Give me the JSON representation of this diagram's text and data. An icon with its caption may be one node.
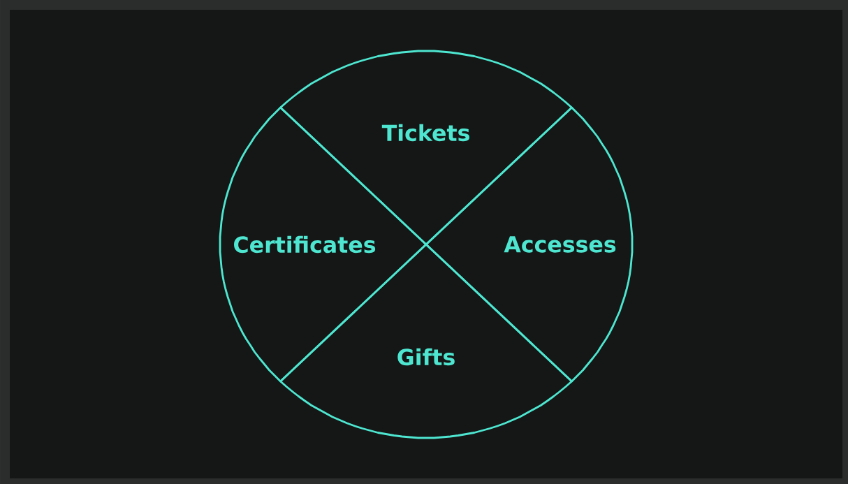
{
  "diagram": {
    "nodes": [
      {
        "text": [
          "Tickets"
        ]
      },
      {
        "text": [
          "Certificates"
        ]
      },
      {
        "text": [
          "Accesses"
        ]
      },
      {
        "text": [
          "Gifts"
        ]
      }
    ]
  }
}
